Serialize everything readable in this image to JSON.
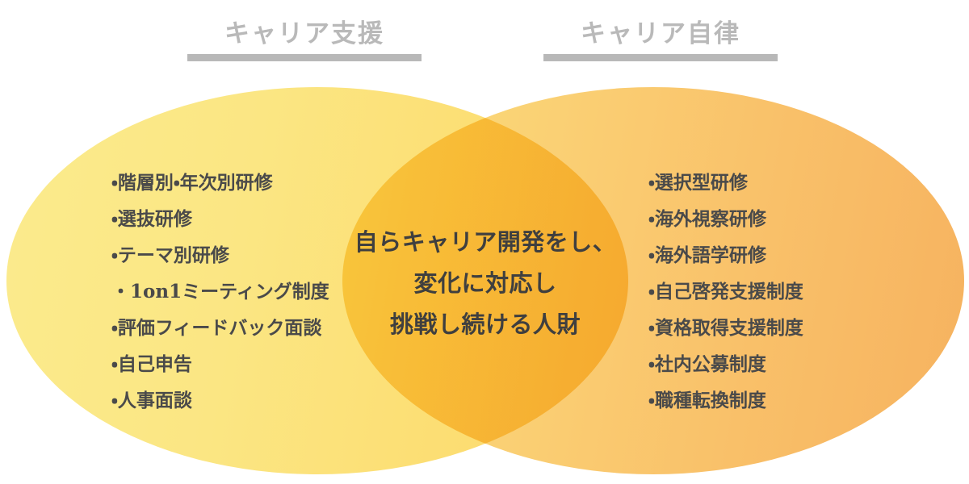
{
  "diagram": {
    "type": "venn",
    "background_color": "#ffffff",
    "left_circle_color": "#fae98a",
    "right_circle_color": "#f7b563",
    "overlap_color": "#fbd86e",
    "title_color": "#5a5a5a",
    "text_color": "#4a4a4a",
    "rule_color": "#a8a8a8"
  },
  "left": {
    "title": "キャリア支援",
    "items": [
      "・階層別・年次別研修",
      "・選抜研修",
      "・テーマ別研修",
      "・1on1ミーティング制度",
      "・評価フィードバック面談",
      "・自己申告",
      "・人事面談"
    ]
  },
  "right": {
    "title": "キャリア自律",
    "items": [
      "・選択型研修",
      "・海外視察研修",
      "・海外語学研修",
      "・自己啓発支援制度",
      "・資格取得支援制度",
      "・社内公募制度",
      "・職種転換制度"
    ]
  },
  "center": {
    "lines": [
      "自らキャリア開発をし、",
      "変化に対応し",
      "挑戦し続ける人財"
    ]
  }
}
